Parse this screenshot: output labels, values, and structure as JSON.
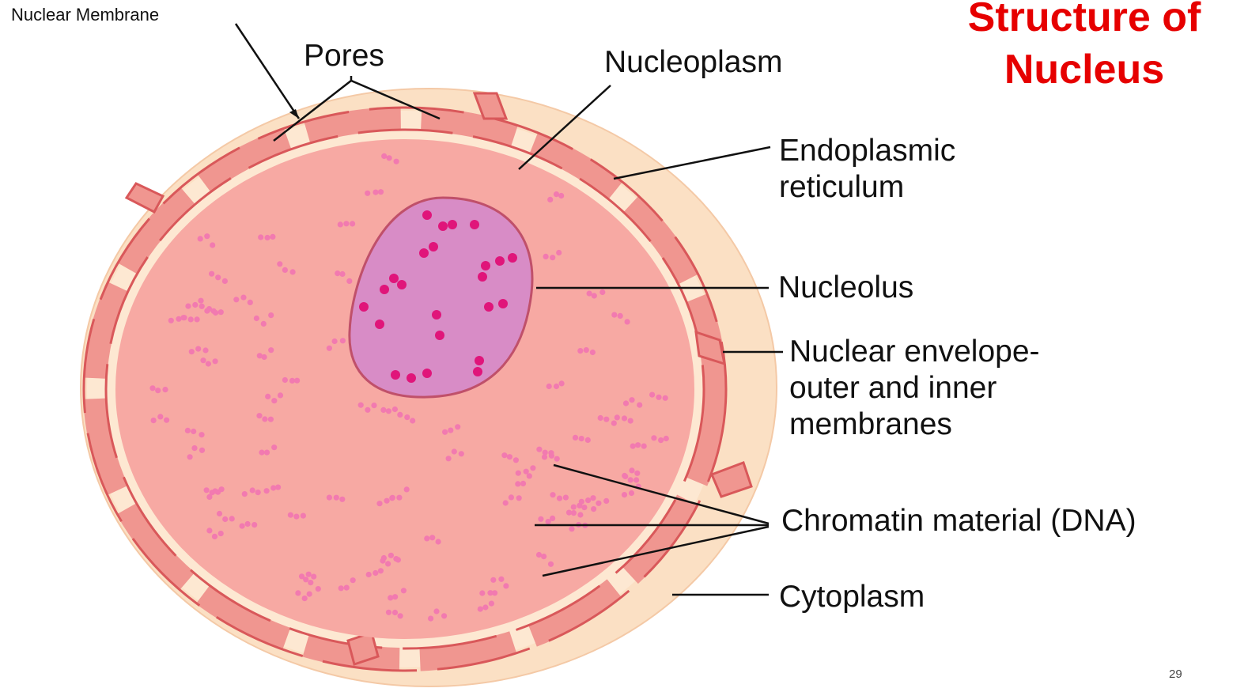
{
  "title": {
    "line1": "Structure of",
    "line2": "Nucleus"
  },
  "labels": {
    "nuclear_membrane": "Nuclear Membrane",
    "pores": "Pores",
    "nucleoplasm": "Nucleoplasm",
    "er_line1": "Endoplasmic",
    "er_line2": "reticulum",
    "nucleolus": "Nucleolus",
    "envelope_line1": "Nuclear envelope-",
    "envelope_line2": "outer and inner",
    "envelope_line3": "membranes",
    "chromatin": "Chromatin material (DNA)",
    "cytoplasm": "Cytoplasm"
  },
  "page_number": "29",
  "colors": {
    "cytoplasm": "#fbe0c4",
    "nucleoplasm": "#f7a9a3",
    "membrane_fill": "#f09690",
    "membrane_stroke": "#d9585a",
    "nucleolus": "#d88cc6",
    "dna_dots": "#f27ab0",
    "nucleolus_dots": "#e0157a",
    "title": "#e60000"
  }
}
